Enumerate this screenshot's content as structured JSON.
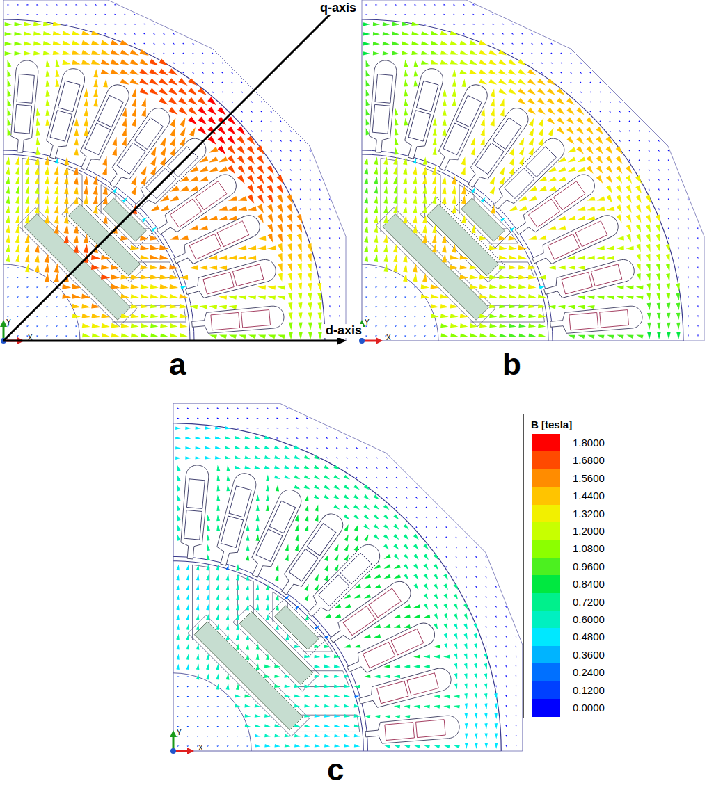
{
  "diagram": {
    "labels": [
      "q-axis",
      "d-axis",
      "a",
      "b",
      "c",
      "Y",
      "X",
      "Y",
      "X",
      "Y",
      "X",
      "B [tesla]"
    ],
    "legend": [
      {
        "text": "1.8000",
        "color": "#ff0000"
      },
      {
        "text": "1.6800",
        "color": "#ff4a00"
      },
      {
        "text": "1.5600",
        "color": "#ff8c00"
      },
      {
        "text": "1.4400",
        "color": "#ffc400"
      },
      {
        "text": "1.3200",
        "color": "#f2f000"
      },
      {
        "text": "1.2000",
        "color": "#c8ff00"
      },
      {
        "text": "1.0800",
        "color": "#8cff00"
      },
      {
        "text": "0.9600",
        "color": "#4cf020"
      },
      {
        "text": "0.8400",
        "color": "#00e840"
      },
      {
        "text": "0.7200",
        "color": "#00f08c"
      },
      {
        "text": "0.6000",
        "color": "#00f0c0"
      },
      {
        "text": "0.4800",
        "color": "#00e8ff"
      },
      {
        "text": "0.3600",
        "color": "#00b4ff"
      },
      {
        "text": "0.2400",
        "color": "#0070ff"
      },
      {
        "text": "0.1200",
        "color": "#0040ff"
      },
      {
        "text": "0.0000",
        "color": "#0000ff"
      }
    ]
  }
}
